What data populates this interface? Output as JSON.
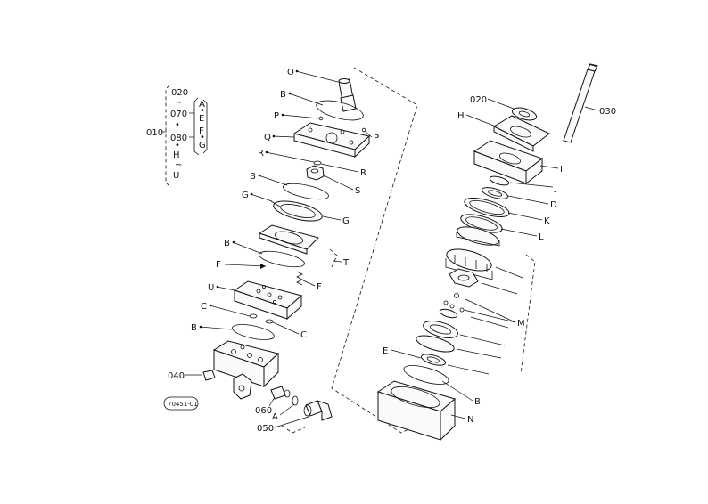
{
  "legend": {
    "main": "010",
    "col1": [
      "020",
      "070",
      "080",
      "H",
      "U"
    ],
    "col2": [
      "A",
      "E",
      "F",
      "G"
    ],
    "sep": "~",
    "dot": "•"
  },
  "labels": {
    "O": "O",
    "B1": "B",
    "P1": "P",
    "P2": "P",
    "Q": "Q",
    "R1": "R",
    "R2": "R",
    "B2": "B",
    "S": "S",
    "G1": "G",
    "G2": "G",
    "B3": "B",
    "T": "T",
    "F1": "F",
    "F2": "F",
    "U": "U",
    "C1": "C",
    "C2": "C",
    "B4": "B",
    "n040": "040",
    "n060": "060",
    "A": "A",
    "n050": "050",
    "stamp": "70451-01",
    "n020r": "020",
    "H": "H",
    "n030": "030",
    "I": "I",
    "J": "J",
    "D": "D",
    "K": "K",
    "L": "L",
    "M": "M",
    "E": "E",
    "B5": "B",
    "N": "N"
  }
}
